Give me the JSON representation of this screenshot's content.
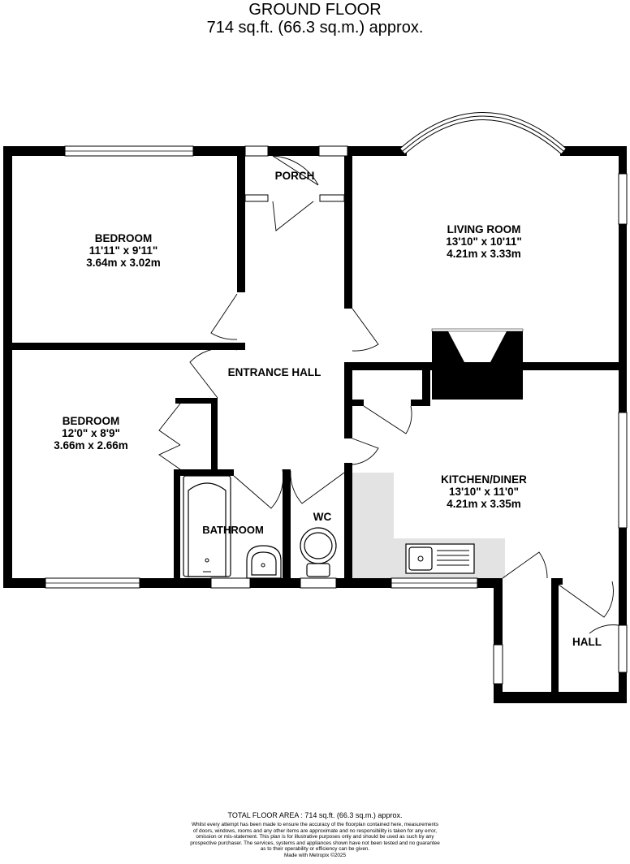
{
  "header": {
    "floor_name": "GROUND FLOOR",
    "floor_area": "714 sq.ft. (66.3 sq.m.) approx."
  },
  "rooms": {
    "porch": {
      "name": "PORCH"
    },
    "bedroom_1": {
      "name": "BEDROOM",
      "imperial": "11'11\"  x 9'11\"",
      "metric": "3.64m  x 3.02m"
    },
    "living_room": {
      "name": "LIVING ROOM",
      "imperial": "13'10\"  x 10'11\"",
      "metric": "4.21m  x 3.33m"
    },
    "entrance_hall": {
      "name": "ENTRANCE HALL"
    },
    "bedroom_2": {
      "name": "BEDROOM",
      "imperial": "12'0\"  x 8'9\"",
      "metric": "3.66m  x 2.66m"
    },
    "kitchen_diner": {
      "name": "KITCHEN/DINER",
      "imperial": "13'10\"  x 11'0\"",
      "metric": "4.21m  x 3.35m"
    },
    "bathroom": {
      "name": "BATHROOM"
    },
    "wc": {
      "name": "WC"
    },
    "hall": {
      "name": "HALL"
    }
  },
  "colors": {
    "wall": "#000000",
    "worktop": "#e3e3e3",
    "background": "#ffffff"
  },
  "footer": {
    "total_area": "TOTAL FLOOR AREA : 714 sq.ft. (66.3 sq.m.) approx.",
    "disclaimer": [
      "Whilst every attempt has been made to ensure the accuracy of the floorplan contained here, measurements",
      "of doors, windows, rooms and any other items are approximate and no responsibility is taken for any error,",
      "omission or mis-statement. This plan is for illustrative purposes only and should be used as such by any",
      "prospective purchaser. The services, systems and appliances shown have not been tested and no guarantee",
      "as to their operability or efficiency can be given."
    ],
    "made_with": "Made with Metropix ©2025"
  }
}
